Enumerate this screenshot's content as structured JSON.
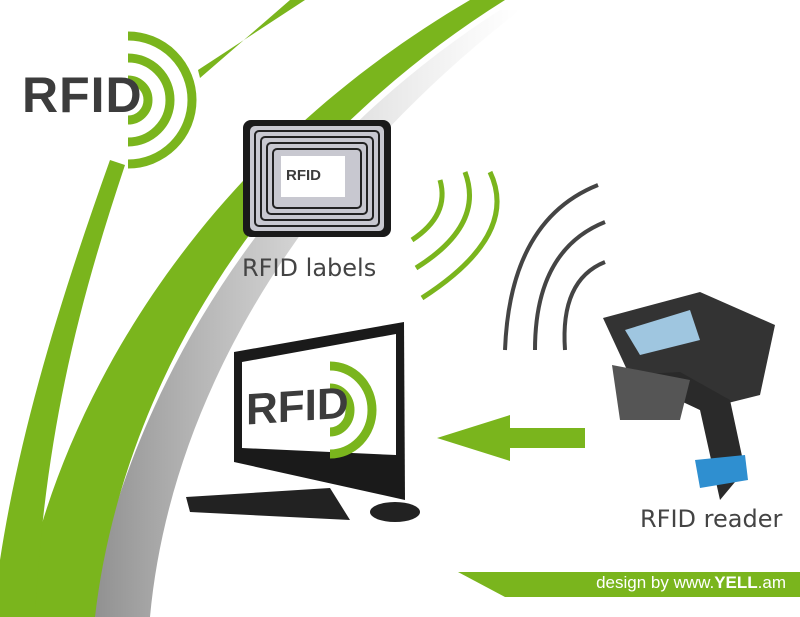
{
  "logo": {
    "text": "RFID"
  },
  "tag": {
    "label_text": "RFID",
    "caption": "RFID labels"
  },
  "computer": {
    "screen_text": "RFID"
  },
  "reader": {
    "caption": "RFID reader"
  },
  "credit": {
    "prefix": "design by www.",
    "brand": "YELL",
    "suffix": ".am"
  },
  "colors": {
    "accent_green": "#7ab51d",
    "dark_text": "#3c3c3c",
    "shadow_gray": "#555555"
  }
}
